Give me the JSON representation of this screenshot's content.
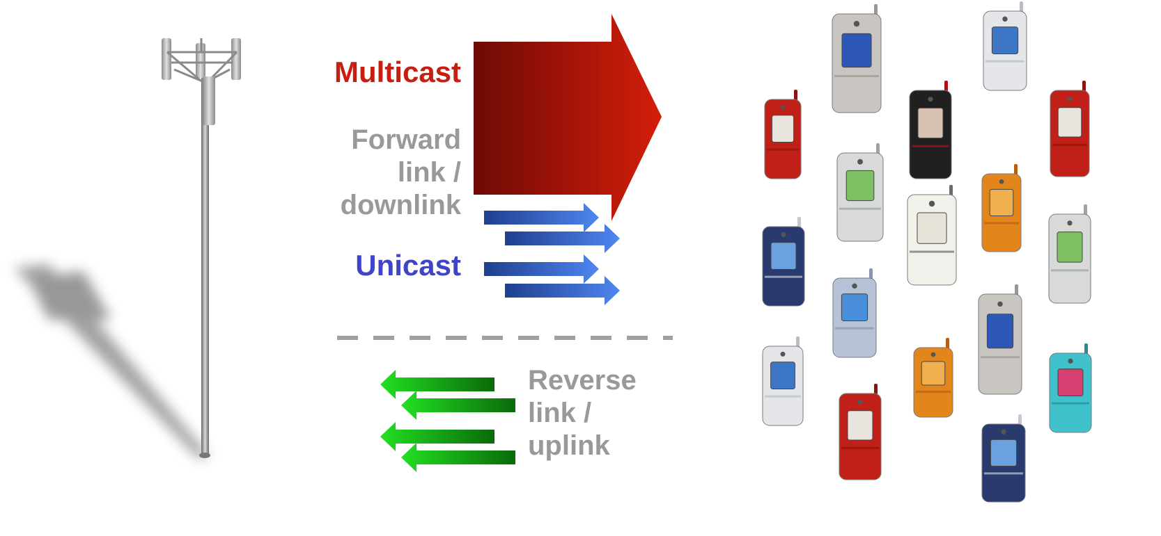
{
  "labels": {
    "multicast": "Multicast",
    "forward_link": [
      "Forward",
      "link /",
      "downlink"
    ],
    "unicast": "Unicast",
    "reverse_link": [
      "Reverse",
      "link /",
      "uplink"
    ]
  },
  "colors": {
    "multicast": "#c81e10",
    "forward_text": "#999999",
    "unicast": "#3f44c8",
    "reverse_text": "#999999",
    "multicast_arrow_dark": "#6e0a05",
    "multicast_arrow_light": "#cc1e0a",
    "unicast_arrow_dark": "#1f3f8f",
    "unicast_arrow_light": "#4f86f0",
    "uplink_arrow_dark": "#0a6a0a",
    "uplink_arrow_light": "#22e022",
    "divider": "#a0a0a0"
  },
  "icons": {
    "tower": "cell-tower-icon",
    "phone": "mobile-phone-icon"
  },
  "phones": [
    {
      "style": "flip-silver"
    },
    {
      "style": "flip-white"
    },
    {
      "style": "flip-red"
    },
    {
      "style": "bar-black"
    },
    {
      "style": "flip-red"
    },
    {
      "style": "pda"
    },
    {
      "style": "flip-orange"
    },
    {
      "style": "slider-white"
    },
    {
      "style": "flip-navy"
    },
    {
      "style": "pda"
    },
    {
      "style": "flip-silver-blue"
    },
    {
      "style": "flip-silver"
    },
    {
      "style": "flip-white"
    },
    {
      "style": "flip-orange"
    },
    {
      "style": "flip-teal"
    },
    {
      "style": "flip-red"
    },
    {
      "style": "flip-navy"
    }
  ]
}
